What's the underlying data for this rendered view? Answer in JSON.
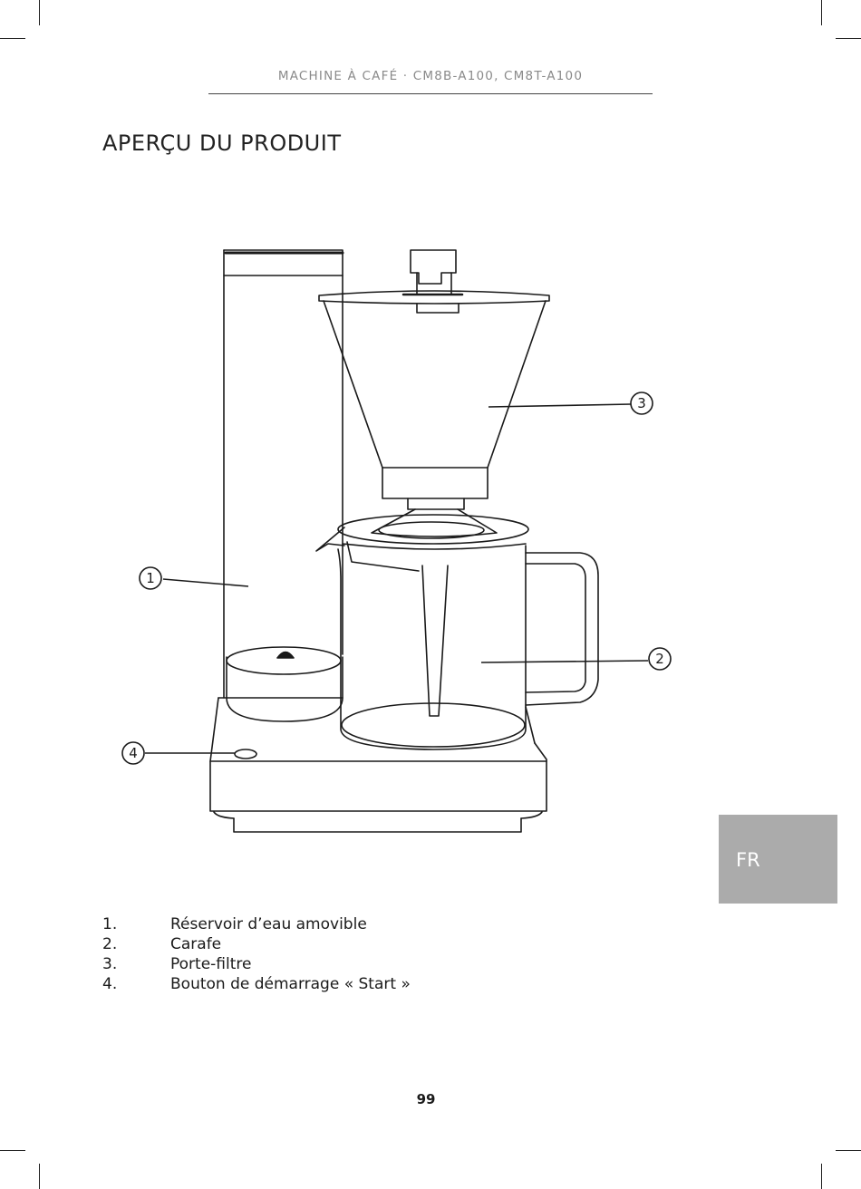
{
  "header": {
    "running_title": "MACHINE À CAFÉ · CM8B-A100, CM8T-A100"
  },
  "section_title": "APERÇU DU PRODUIT",
  "figure": {
    "callouts": [
      "1",
      "2",
      "3",
      "4"
    ]
  },
  "legend": [
    {
      "num": "1.",
      "label": "Réservoir d’eau amovible"
    },
    {
      "num": "2.",
      "label": "Carafe"
    },
    {
      "num": "3.",
      "label": "Porte-filtre"
    },
    {
      "num": "4.",
      "label": "Bouton de démarrage « Start »"
    }
  ],
  "language_tab": "FR",
  "page_number": "99"
}
